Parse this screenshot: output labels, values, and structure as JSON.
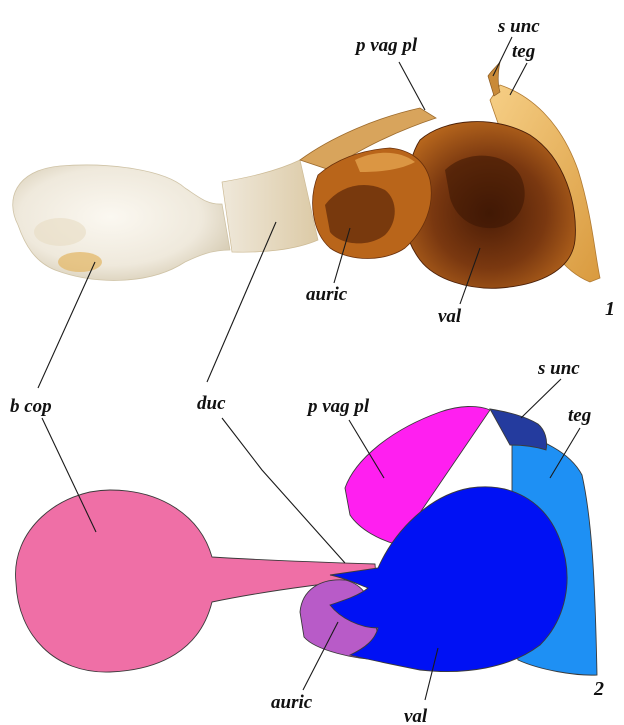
{
  "figures": [
    {
      "number": "1",
      "labels": {
        "p_vag_pl": "p vag pl",
        "s_unc": "s unc",
        "teg": "teg",
        "auric": "auric",
        "val": "val"
      }
    },
    {
      "number": "2",
      "labels": {
        "b_cop": "b cop",
        "duc": "duc",
        "p_vag_pl": "p vag pl",
        "s_unc": "s unc",
        "teg": "teg",
        "auric": "auric",
        "val": "val"
      }
    }
  ],
  "colors": {
    "bursa_copulatrix": "#ef6fa6",
    "ductus": "#ef6fa6",
    "postvaginal_plate": "#ff1ff0",
    "sclerite_uncus": "#243b9e",
    "tegumen": "#1e90f4",
    "valva": "#0011f4",
    "auricle": "#b85bc8",
    "photo_sclerite_dark": "#6b2e0c",
    "photo_sclerite_mid": "#b8661a",
    "photo_sclerite_light": "#e6a64a",
    "photo_membrane": "#f3eee4"
  }
}
